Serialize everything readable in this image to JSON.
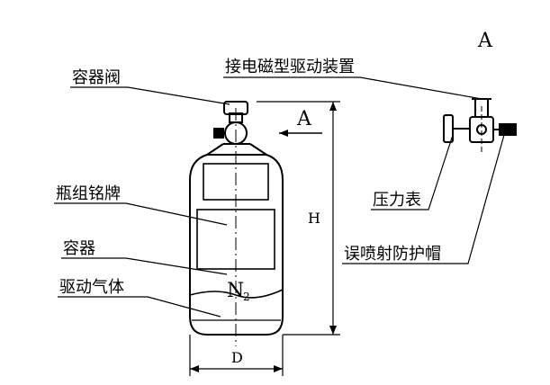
{
  "view_letter": "A",
  "labels": {
    "valve": "容器阀",
    "solenoid_driver": "接电磁型驱动装置",
    "nameplate": "瓶组铭牌",
    "container": "容器",
    "driving_gas": "驱动气体",
    "pressure_gauge": "压力表",
    "anti_spray_cap": "误喷射防护帽"
  },
  "gas": {
    "symbol": "N",
    "subscript": "2"
  },
  "dimensions": {
    "height": "H",
    "diameter": "D"
  },
  "section_arrow": "A"
}
